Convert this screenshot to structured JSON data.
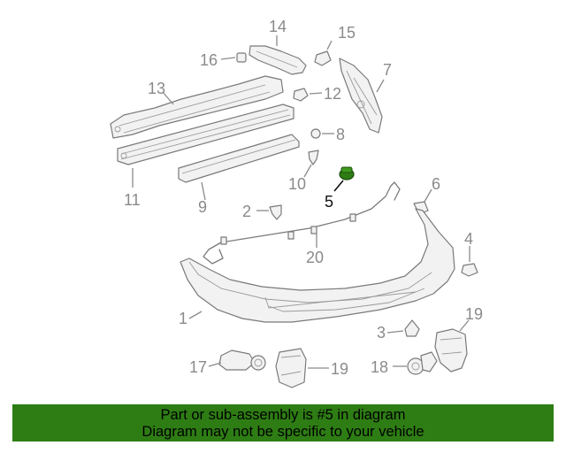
{
  "diagram": {
    "highlighted_part": "5",
    "highlight_color": "#2e7d14",
    "callouts": [
      "1",
      "2",
      "3",
      "4",
      "5",
      "6",
      "7",
      "8",
      "9",
      "10",
      "11",
      "12",
      "13",
      "14",
      "15",
      "16",
      "17",
      "18",
      "19",
      "19",
      "20"
    ]
  },
  "banner": {
    "line1": "Part or sub-assembly is #5 in diagram",
    "line2": "Diagram may not be specific to your vehicle",
    "background": "#2e7d14"
  }
}
